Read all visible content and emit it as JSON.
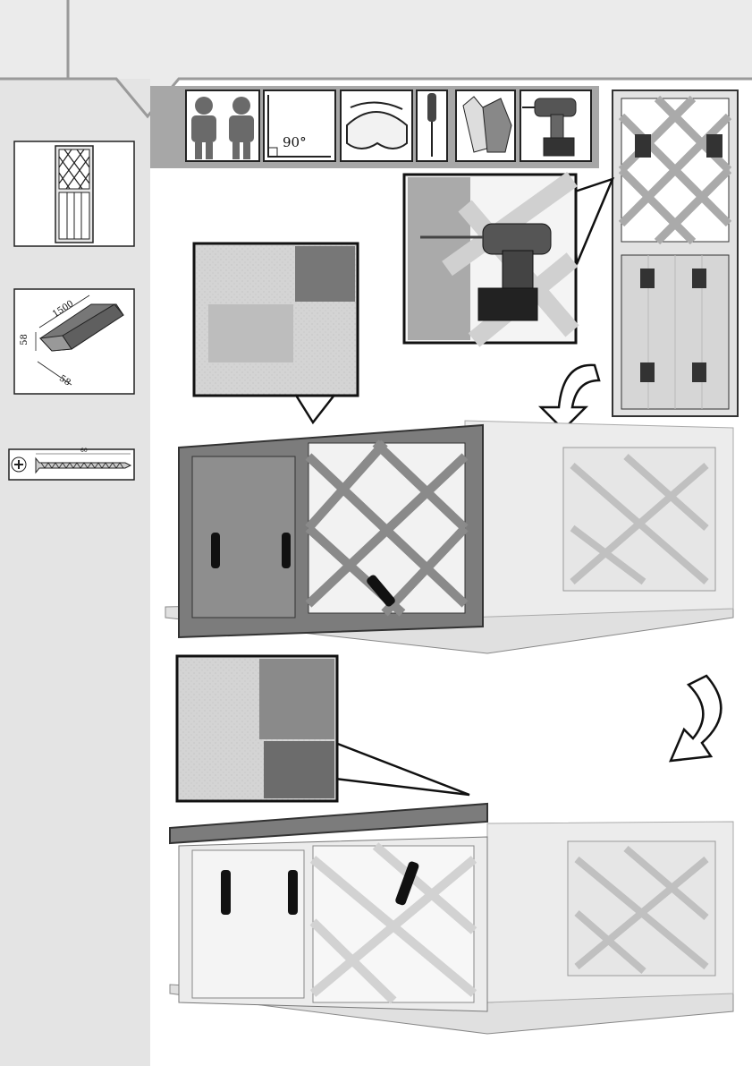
{
  "tools": {
    "people_icon": "two-people-icon",
    "angle_icon": "right-angle-icon",
    "goggles_icon": "safety-goggles-icon",
    "screwdriver_icon": "screwdriver-icon",
    "gloves_icon": "gloves-icon",
    "drill_icon": "cordless-drill-icon",
    "angle_label": "90°"
  },
  "parts": {
    "panel_icon": "lattice-panel-icon",
    "beam_icon": "beam-icon",
    "beam_length": "1500",
    "beam_height": "58",
    "beam_width": "58",
    "screw_icon": "screw-icon",
    "screw_length": "60"
  },
  "colors": {
    "sidebar": "#e4e4e4",
    "header_band": "#ebebeb",
    "toolbar_band": "#a7a7a7",
    "highlight_wood": "#7c7c7c",
    "light_wood": "#dcdcdc",
    "outline": "#222222"
  }
}
